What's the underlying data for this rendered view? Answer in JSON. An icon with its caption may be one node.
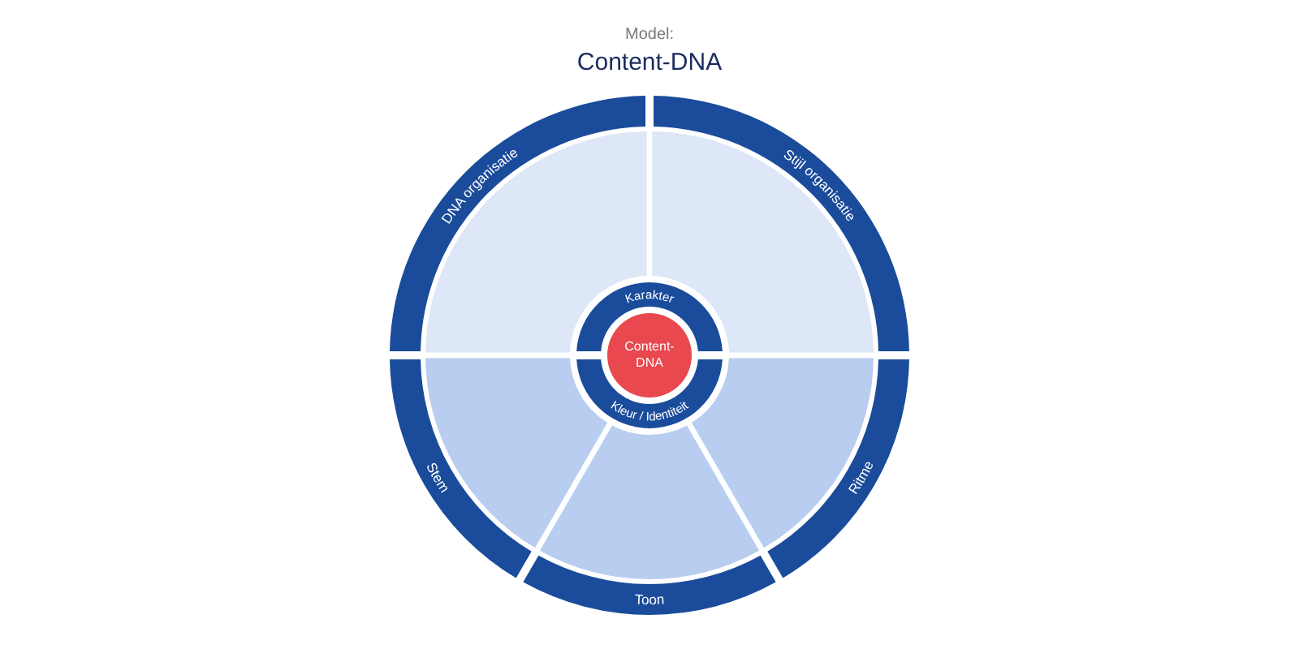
{
  "diagram": {
    "title": "Content-DNA",
    "nodes": [
      {
        "text": [
          "DNA organisatie"
        ]
      },
      {
        "text": [
          "Stijl organisatie"
        ]
      },
      {
        "text": [
          "Karakter"
        ]
      },
      {
        "text": [
          "Content-DNA"
        ]
      },
      {
        "text": [
          "Kleur / Identiteit"
        ]
      },
      {
        "text": [
          "Stem"
        ]
      },
      {
        "text": [
          "Ritme"
        ]
      },
      {
        "text": [
          "Toon"
        ]
      }
    ],
    "labels": [
      "Model:"
    ]
  }
}
